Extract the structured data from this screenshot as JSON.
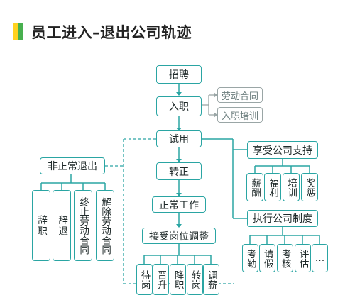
{
  "title": "员工进入–退出公司轨迹",
  "colors": {
    "accent": "#2aa5a3",
    "title_green": "#48b04f",
    "title_yellow": "#ffd21f"
  },
  "main_flow": [
    "招聘",
    "入职",
    "试用",
    "转正",
    "正常工作",
    "接受岗位调整"
  ],
  "onboarding_docs": [
    "劳动合同",
    "入职培训"
  ],
  "left_branch": {
    "label": "非正常退出",
    "items": [
      "辞职",
      "辞退",
      "终止劳动合同",
      "解除劳动合同"
    ]
  },
  "right_support": {
    "label": "享受公司支持",
    "items": [
      "薪酬",
      "福利",
      "培训",
      "奖惩"
    ]
  },
  "right_policy": {
    "label": "执行公司制度",
    "items": [
      "考勤",
      "请假",
      "考核",
      "评估",
      "…"
    ]
  },
  "adjustments": [
    "待岗",
    "晋升",
    "降职",
    "转岗",
    "调薪"
  ]
}
